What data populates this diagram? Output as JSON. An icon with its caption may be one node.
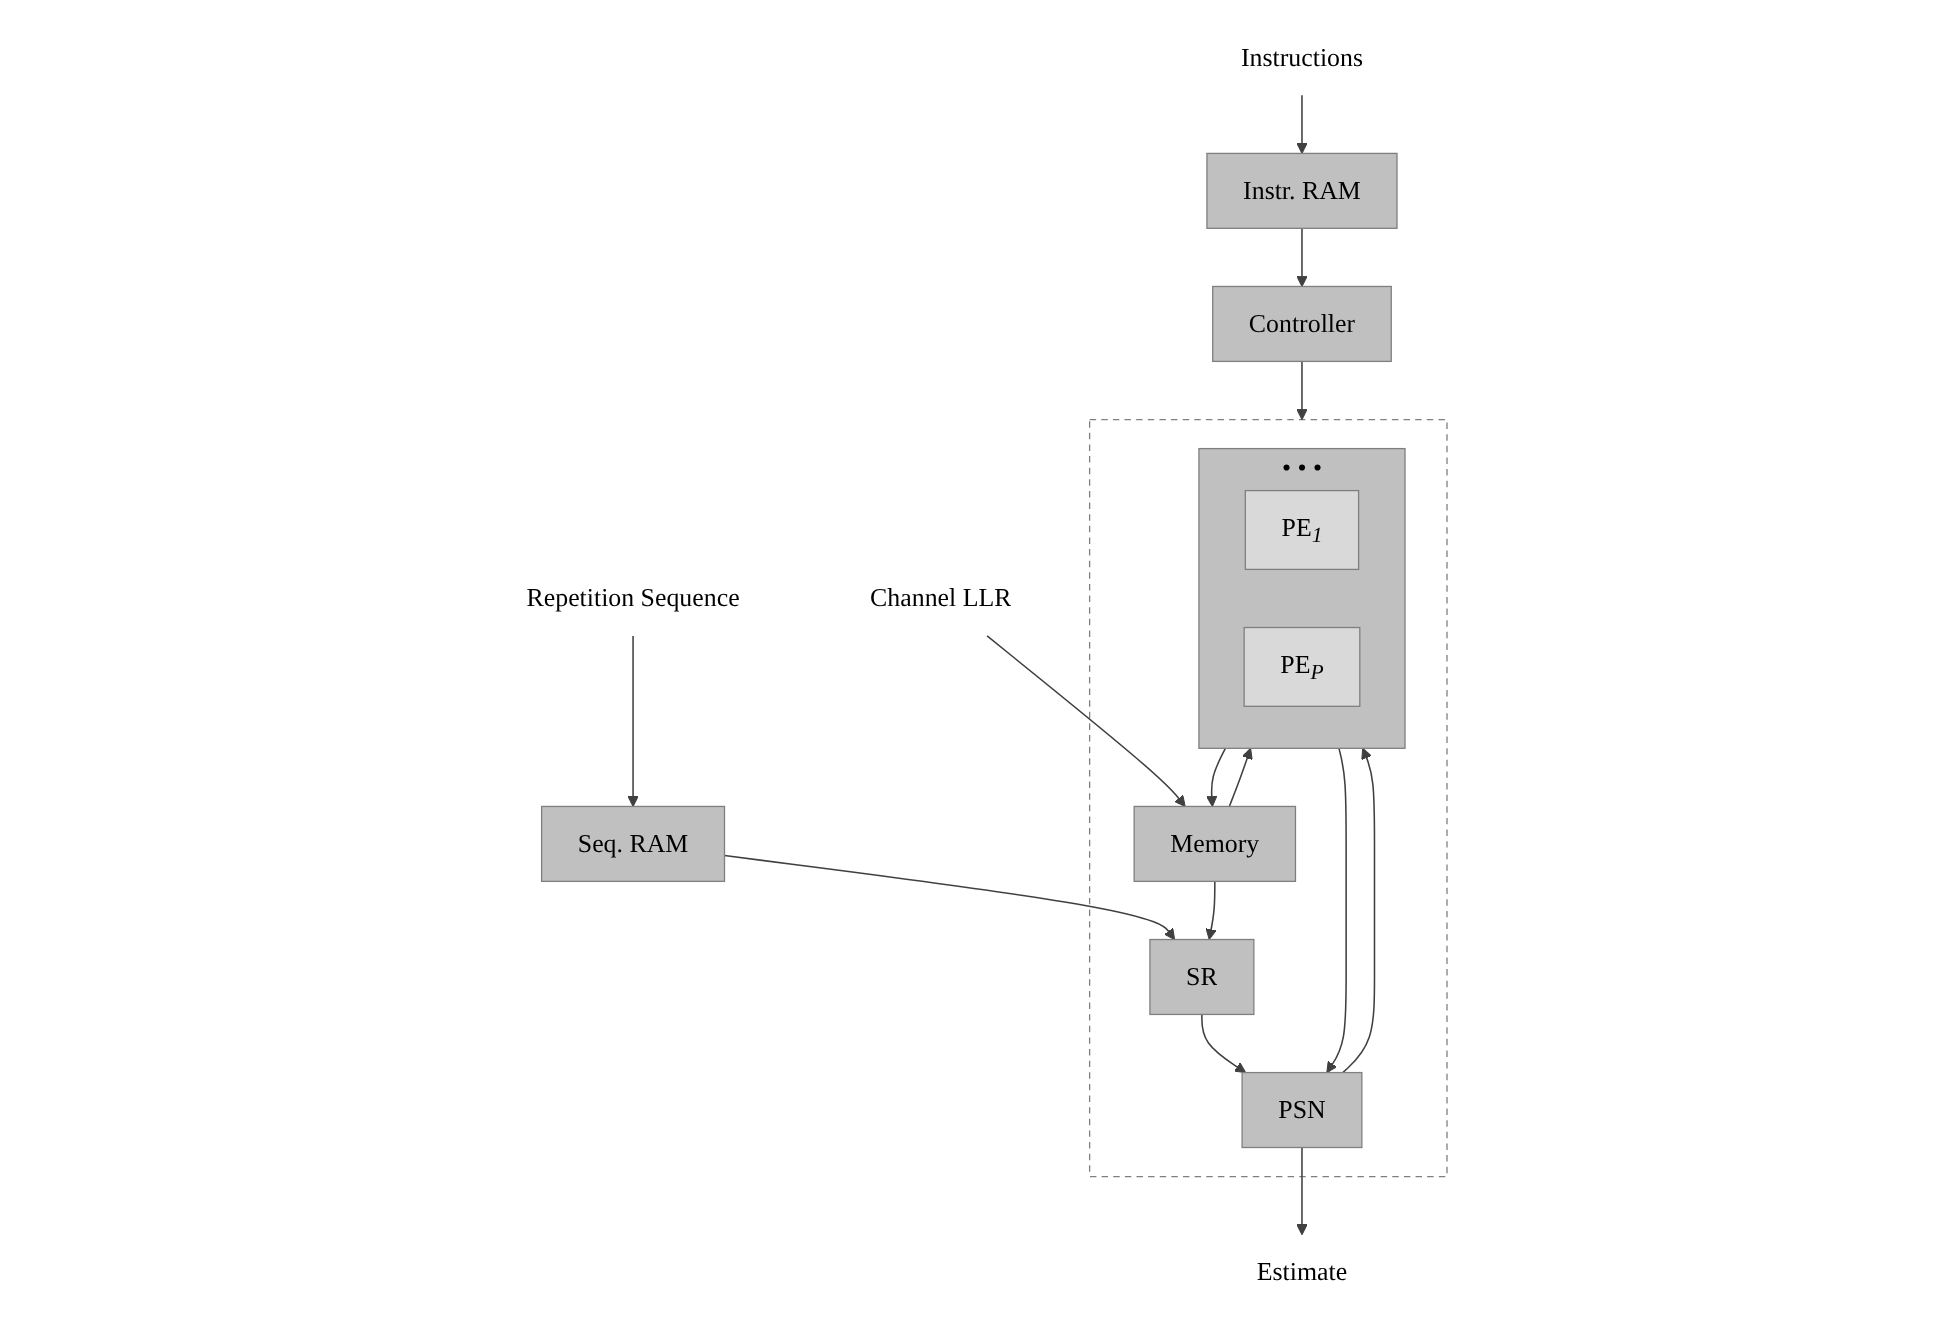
{
  "diagram": {
    "nodes": [
      {
        "text": [
          "Instructions"
        ]
      },
      {
        "text": [
          "Instr. RAM"
        ]
      },
      {
        "text": [
          "Controller"
        ]
      },
      {
        "text": [
          "Repetition Sequence"
        ]
      },
      {
        "text": [
          "Seq. RAM"
        ]
      },
      {
        "text": [],
        "shape": "box"
      },
      {
        "text": [
          "Channel LLR"
        ]
      },
      {
        "text": [
          "Memory"
        ],
        "in": 5
      },
      {
        "text": [
          "SR"
        ],
        "in": 5
      },
      {
        "text": [
          "• • •"
        ],
        "in": 5
      },
      {
        "text": [
          "PE$_{1}$"
        ],
        "in": 9
      },
      {
        "text": [
          "PE$_{P}$"
        ],
        "in": 9
      },
      {
        "text": [
          "PSN"
        ],
        "in": 5
      },
      {
        "text": [
          "Estimate"
        ]
      }
    ],
    "edges": [
      {
        "from": 0,
        "to": 1,
        "arrow": "to"
      },
      {
        "from": 1,
        "to": 2,
        "arrow": "to"
      },
      {
        "from": 3,
        "to": 4,
        "arrow": "to"
      },
      {
        "from": 2,
        "to": 5,
        "arrow": "to"
      },
      {
        "from": 4,
        "to": 8,
        "arrow": "to"
      },
      {
        "from": 6,
        "to": 7,
        "arrow": "to"
      },
      {
        "from": 7,
        "to": 8,
        "arrow": "to"
      },
      {
        "from": 8,
        "to": 12,
        "arrow": "to"
      },
      {
        "from": 7,
        "to": 9,
        "arrow": "to"
      },
      {
        "from": 9,
        "to": 7,
        "arrow": "to"
      },
      {
        "from": 12,
        "to": 9,
        "arrow": "to"
      },
      {
        "from": 9,
        "to": 12,
        "arrow": "to"
      },
      {
        "from": 12,
        "to": 13,
        "arrow": "to"
      }
    ]
  }
}
